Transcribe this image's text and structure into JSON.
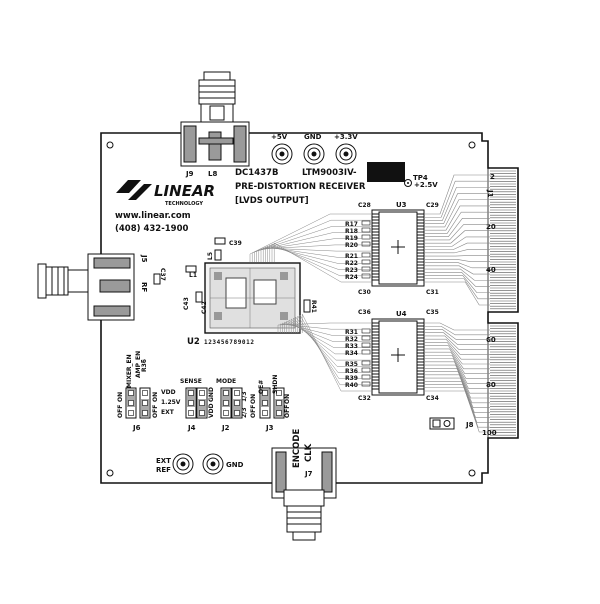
{
  "board": {
    "part_number": "DC1437B",
    "device_prefix": "LTM9003IV-",
    "subtitle_line1": "PRE-DISTORTION RECEIVER",
    "subtitle_line2": "[LVDS OUTPUT]",
    "website": "www.linear.com",
    "phone": "(408) 432-1900",
    "logo_text": "LINEAR",
    "logo_sub": "TECHNOLOGY"
  },
  "power": {
    "plus5": "+5V",
    "gnd": "GND",
    "plus33": "+3.3V",
    "tp_label": "TP4",
    "tp_voltage": "+2.5V"
  },
  "connectors": {
    "j9": "J9",
    "l8": "L8",
    "j5": "J5",
    "rf": "RF",
    "j1": "J1",
    "j7": "J7",
    "j8": "J8",
    "encode": "ENCODE",
    "clk": "CLK",
    "ext_ref_1": "EXT",
    "ext_ref_2": "REF",
    "gnd2": "GND",
    "j1_pins": [
      "2",
      "20",
      "40",
      "60",
      "80",
      "100"
    ]
  },
  "components": {
    "u2": "U2",
    "u3": "U3",
    "u4": "U4",
    "c28": "C28",
    "c29": "C29",
    "c30": "C30",
    "c31": "C31",
    "c32": "C32",
    "c34": "C34",
    "c35": "C35",
    "c36": "C36",
    "c37": "C37",
    "c39": "C39",
    "c43": "C43",
    "c42": "C42",
    "l5": "L5",
    "l1": "L1",
    "r41": "R41",
    "r36": "R36",
    "u3_res": [
      "R17",
      "R18",
      "R19",
      "R20",
      "R21",
      "R22",
      "R23",
      "R24"
    ],
    "u4_res": [
      "R31",
      "R32",
      "R33",
      "R34",
      "R35",
      "R36",
      "R39",
      "R40"
    ],
    "u2_pins": "123456789012"
  },
  "jumpers": {
    "j6": {
      "name": "J6",
      "top1": "MIXER_EN",
      "top2": "AMP_EN",
      "left1": "OFF",
      "left2": "ON",
      "right1": "OFF",
      "right2": "ON"
    },
    "j4": {
      "name": "J4",
      "top": "SENSE",
      "opt1": "VDD",
      "opt2": "1.25V",
      "opt3": "EXT"
    },
    "j2": {
      "name": "J2",
      "top": "MODE",
      "left1": "GND",
      "left2": "VDD",
      "right1": "1/3",
      "right2": "2/3"
    },
    "j3": {
      "name": "J3",
      "top1": "OE#",
      "top2": "SHDN",
      "left1": "ON",
      "left2": "OFF",
      "right1": "ON",
      "right2": "OFF"
    }
  }
}
